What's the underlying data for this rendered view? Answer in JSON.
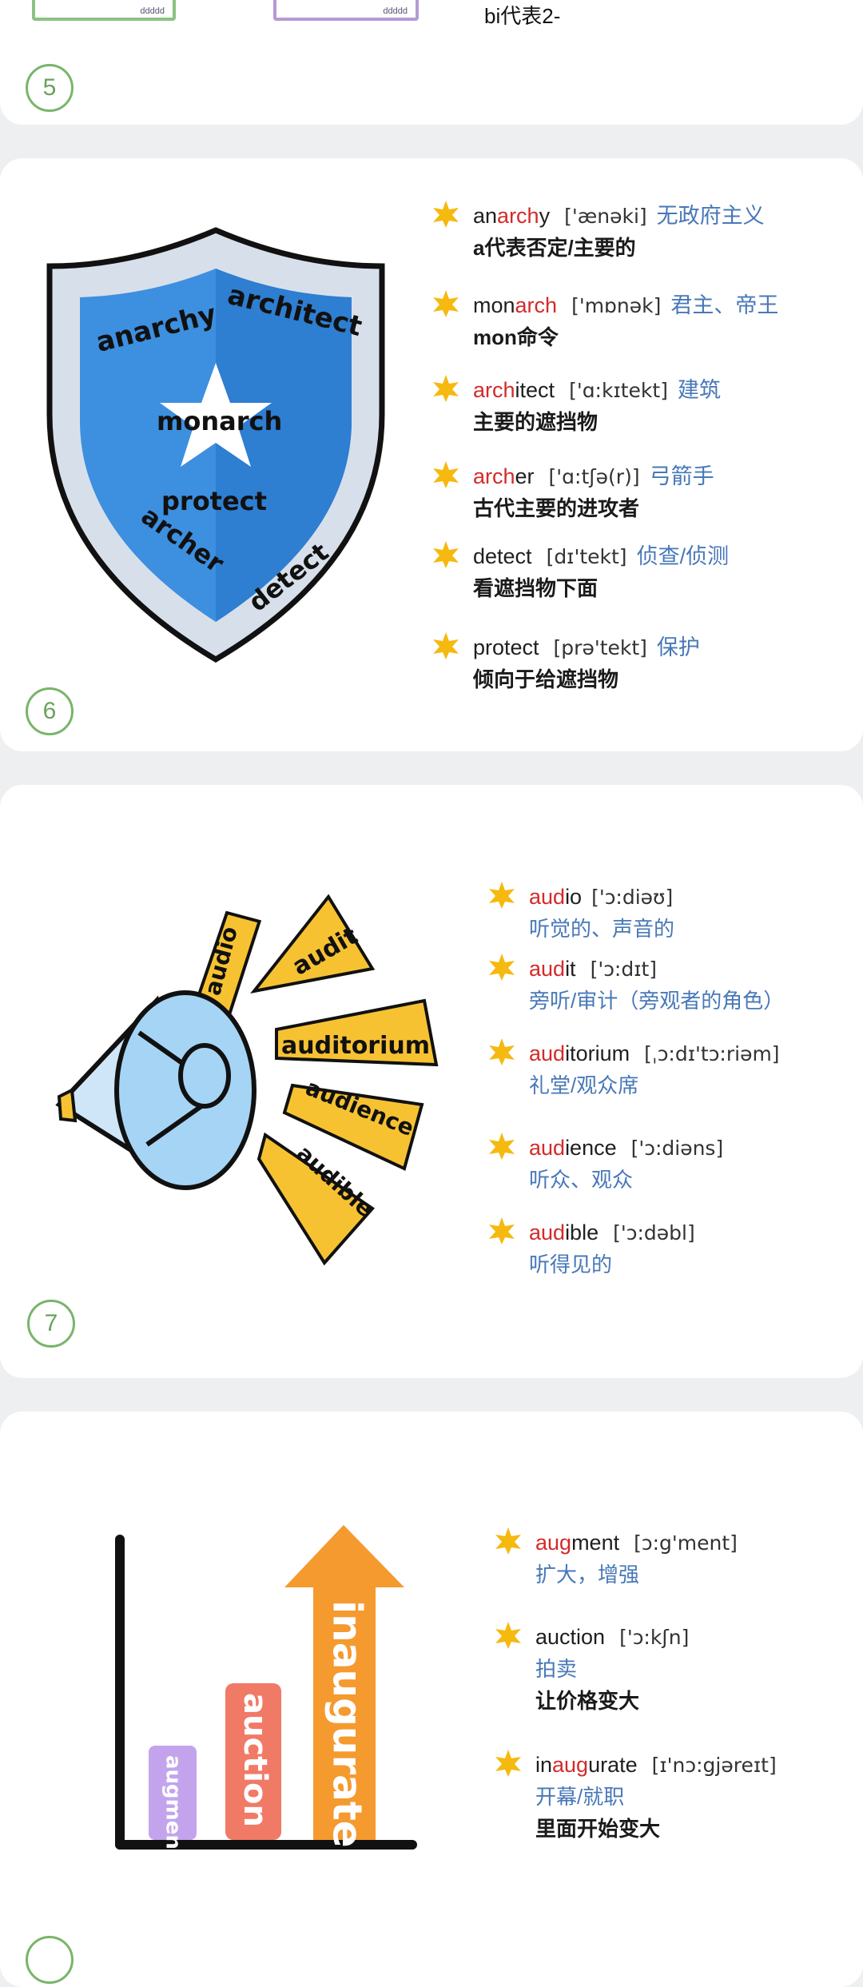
{
  "section5": {
    "partial_text": "bi代表2-",
    "circle_label": "5",
    "leaf_labels": [
      "ddddd",
      "ddddd"
    ]
  },
  "section6": {
    "circle_label": "6",
    "shield_words": [
      "anarchy",
      "architect",
      "monarch",
      "protect",
      "archer",
      "detect"
    ],
    "entries": [
      {
        "pre": "an",
        "root": "arch",
        "post": "y",
        "ipa": "['ænəki]",
        "meaning": "无政府主义",
        "note": "a代表否定/主要的"
      },
      {
        "pre": "mon",
        "root": "arch",
        "post": "",
        "ipa": "['mɒnək]",
        "meaning": "君主、帝王",
        "note": "mon命令"
      },
      {
        "pre": "",
        "root": "arch",
        "post": "itect",
        "ipa": "['ɑ:kɪtekt]",
        "meaning": "建筑",
        "note": "主要的遮挡物"
      },
      {
        "pre": "",
        "root": "arch",
        "post": "er",
        "ipa": "['ɑ:tʃə(r)]",
        "meaning": "弓箭手",
        "note": "古代主要的进攻者"
      },
      {
        "pre": "detect",
        "root": "",
        "post": "",
        "ipa": "[dɪ'tekt]",
        "meaning": "侦查/侦测",
        "note": "看遮挡物下面"
      },
      {
        "pre": "protect",
        "root": "",
        "post": "",
        "ipa": "[prə'tekt]",
        "meaning": "保护",
        "note": "倾向于给遮挡物"
      }
    ]
  },
  "section7": {
    "circle_label": "7",
    "megaphone_words": [
      "audio",
      "audit",
      "auditorium",
      "audience",
      "audible"
    ],
    "entries": [
      {
        "root": "aud",
        "post": "io",
        "ipa": "['ɔ:diəʊ]",
        "meaning": "听觉的、声音的"
      },
      {
        "root": "aud",
        "post": "it",
        "ipa": "['ɔ:dɪt]",
        "meaning": "旁听/审计（旁观者的角色）"
      },
      {
        "root": "aud",
        "post": "itorium",
        "ipa": "[ˌɔ:dɪ'tɔ:riəm]",
        "meaning": "礼堂/观众席"
      },
      {
        "root": "aud",
        "post": "ience",
        "ipa": "['ɔ:diəns]",
        "meaning": "听众、观众"
      },
      {
        "root": "aud",
        "post": "ible",
        "ipa": "['ɔ:dəbl]",
        "meaning": "听得见的"
      }
    ]
  },
  "section8": {
    "bar_words": [
      "augment",
      "auction",
      "inaugurate"
    ],
    "entries": [
      {
        "pre": "",
        "root": "aug",
        "post": "ment",
        "ipa": "[ɔ:g'ment]",
        "meaning": "扩大，增强",
        "note": ""
      },
      {
        "pre": "auction",
        "root": "",
        "post": "",
        "ipa": "['ɔ:kʃn]",
        "meaning": "拍卖",
        "note": "让价格变大"
      },
      {
        "pre": "in",
        "root": "aug",
        "post": "urate",
        "ipa": "[ɪ'nɔ:gjəreɪt]",
        "meaning": "开幕/就职",
        "note": "里面开始变大"
      }
    ]
  },
  "colors": {
    "accent_red": "#d42a2a",
    "meaning_blue": "#4878b8",
    "circle_green": "#79b46a",
    "star_yellow": "#f5b90f"
  }
}
